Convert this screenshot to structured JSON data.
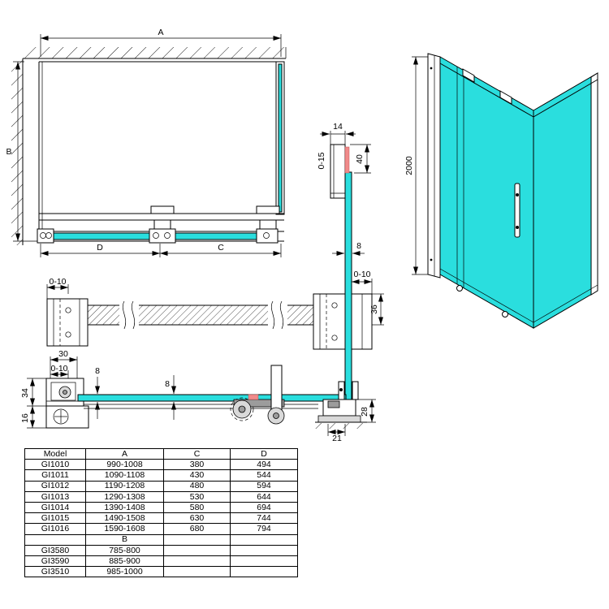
{
  "drawing": {
    "front_view": {
      "dim_a": "A",
      "dim_b": "B",
      "dim_d": "D",
      "dim_c": "C"
    },
    "profile_detail": {
      "dim_width": "14",
      "dim_adjust": "0-15",
      "dim_height": "40",
      "dim_glass": "8"
    },
    "perspective": {
      "dim_height": "2000"
    },
    "plan_section": {
      "dim_adjust_left": "0-10",
      "dim_adjust_right": "0-10",
      "dim_height": "36"
    },
    "floor_detail": {
      "dim_width": "30",
      "dim_adjust": "0-10",
      "dim_glass_wall": "8",
      "dim_height": "34",
      "dim_base": "16",
      "dim_glass_mid": "8",
      "dim_profile_height": "28",
      "dim_profile_width": "21"
    }
  },
  "colors": {
    "glass": "#2adede",
    "highlight": "#f08a8a",
    "metal_light": "#d9d9d9",
    "metal_dark": "#9c9c9c",
    "line": "#000000"
  },
  "table": {
    "headers": [
      "Model",
      "A",
      "C",
      "D"
    ],
    "rows": [
      [
        "GI1010",
        "990-1008",
        "380",
        "494"
      ],
      [
        "GI1011",
        "1090-1108",
        "430",
        "544"
      ],
      [
        "GI1012",
        "1190-1208",
        "480",
        "594"
      ],
      [
        "GI1013",
        "1290-1308",
        "530",
        "644"
      ],
      [
        "GI1014",
        "1390-1408",
        "580",
        "694"
      ],
      [
        "GI1015",
        "1490-1508",
        "630",
        "744"
      ],
      [
        "GI1016",
        "1590-1608",
        "680",
        "794"
      ],
      [
        "",
        "B",
        "",
        ""
      ],
      [
        "GI3580",
        "785-800",
        "",
        ""
      ],
      [
        "GI3590",
        "885-900",
        "",
        ""
      ],
      [
        "GI3510",
        "985-1000",
        "",
        ""
      ]
    ]
  }
}
